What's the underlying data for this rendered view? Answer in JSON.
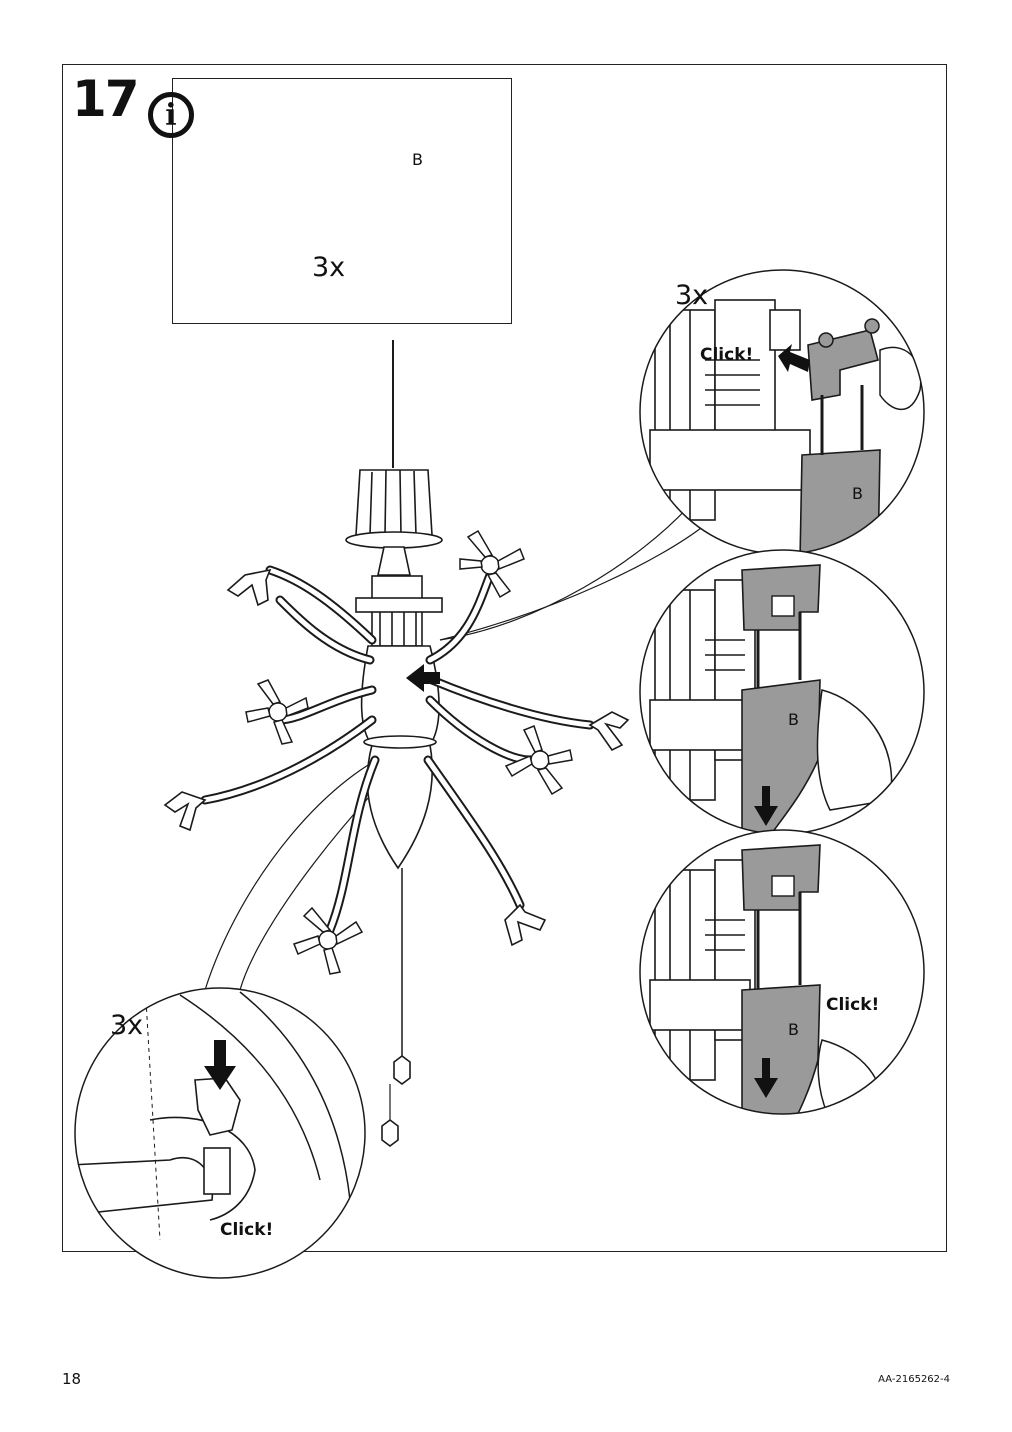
{
  "step": {
    "number": "17"
  },
  "info_panel": {
    "icon": "info-icon",
    "quantity": "3x",
    "part_letter": "B"
  },
  "details": {
    "top_right": {
      "quantity": "3x",
      "click": "Click!",
      "part_letter": "B"
    },
    "middle_right": {
      "part_letter": "B"
    },
    "bottom_right": {
      "click": "Click!",
      "part_letter": "B"
    },
    "bottom_left": {
      "quantity": "3x",
      "click": "Click!"
    }
  },
  "footer": {
    "page_number": "18",
    "document_code": "AA-2165262-4"
  },
  "colors": {
    "line": "#1a1a1a",
    "part_fill": "#9a9a9a",
    "background": "#ffffff"
  }
}
